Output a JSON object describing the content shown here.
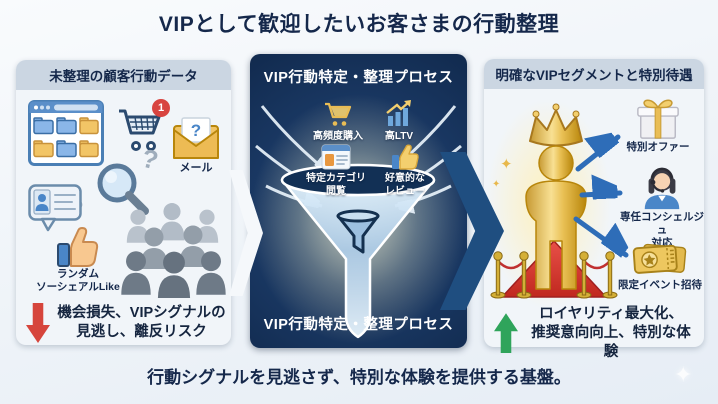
{
  "title": "VIPとして歓迎したいお客さまの行動整理",
  "footer": "行動シグナルを見逃さず、特別な体験を提供する基盤。",
  "colors": {
    "background": "#eef3f8",
    "title_text": "#15284b",
    "panel_light_bg": "#f1f5f9",
    "panel_header_band": "#cbd6e2",
    "panel_dark_bg": "#1b3a66",
    "warning_red": "#d6453c",
    "success_green": "#2fa45b",
    "benefit_arrow_blue": "#2e6db8",
    "gold": "#e0b44a"
  },
  "icons": {
    "question_mark": "?",
    "sparkle": "✦",
    "cart_badge": "1"
  },
  "left": {
    "header": "未整理の顧客行動データ",
    "cart_badge": "1",
    "mail_label": "メール",
    "social_label": "ランダム\nソーシェアルLike",
    "warning": "機会損失、VIPシグナルの\n見逃し、離反リスク"
  },
  "mid": {
    "header": "VIP行動特定・整理プロセス",
    "items": [
      {
        "icon": "cart-icon",
        "label": "高頻度購入"
      },
      {
        "icon": "growth-chart-icon",
        "label": "高LTV"
      },
      {
        "icon": "browser-icon",
        "label": "特定カテゴリ\n閲覧"
      },
      {
        "icon": "thumbs-up-icon",
        "label": "好意的な\nレビュー"
      }
    ],
    "footer": "VIP行動特定・整理プロセス"
  },
  "right": {
    "header": "明確なVIPセグメントと特別待遇",
    "benefits": [
      {
        "icon": "gift-icon",
        "label": "特別オファー"
      },
      {
        "icon": "concierge-icon",
        "label": "専任コンシェルジュ\n対応"
      },
      {
        "icon": "ticket-icon",
        "label": "限定イベント招待"
      }
    ],
    "outcome": "ロイヤリティ最大化、\n推奨意向向上、特別な体験"
  }
}
